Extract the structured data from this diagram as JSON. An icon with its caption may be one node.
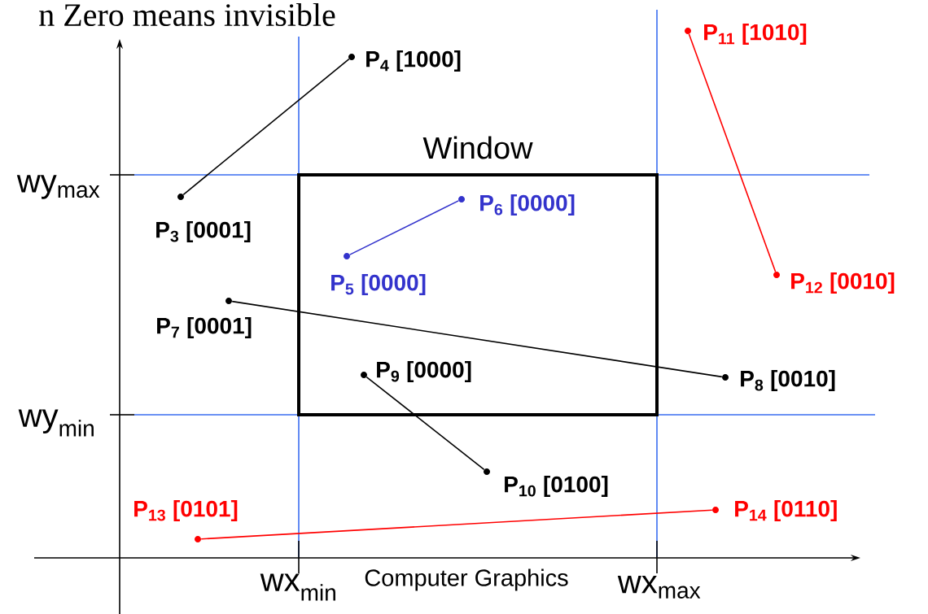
{
  "diagram": {
    "nodes": [
      {
        "text": [
          "Window"
        ]
      },
      {
        "text": [],
        "shape": "circle",
        "beside": [
          "P$_{3}$ [0001]"
        ]
      },
      {
        "text": [],
        "shape": "circle",
        "beside": [
          "P$_{4}$ [1000]"
        ]
      },
      {
        "text": [],
        "shape": "circle",
        "beside": [
          "P$_{5}$ [0000]"
        ],
        "in": 0
      },
      {
        "text": [],
        "shape": "circle",
        "beside": [
          "P$_{6}$ [0000]"
        ],
        "in": 0
      },
      {
        "text": [],
        "shape": "circle",
        "beside": [
          "P$_{7}$ [0001]"
        ]
      },
      {
        "text": [],
        "shape": "circle",
        "beside": [
          "P$_{8}$ [0010]"
        ]
      },
      {
        "text": [],
        "shape": "circle",
        "beside": [
          "P$_{9}$ [0000]"
        ],
        "in": 0
      },
      {
        "text": [],
        "shape": "circle",
        "beside": [
          "P$_{10}$ [0100]"
        ]
      },
      {
        "text": [],
        "shape": "circle",
        "beside": [
          "P$_{11}$ [1010]"
        ]
      },
      {
        "text": [],
        "shape": "circle",
        "beside": [
          "P$_{12}$ [0010]"
        ]
      },
      {
        "text": [],
        "shape": "circle",
        "beside": [
          "P$_{13}$ [0101]"
        ]
      },
      {
        "text": [],
        "shape": "circle",
        "beside": [
          "P$_{14}$ [0110]"
        ]
      }
    ],
    "edges": [
      {
        "from": 1,
        "to": 2,
        "arrow": "none"
      },
      {
        "from": 3,
        "to": 4,
        "arrow": "none",
        "color": "#3333cc"
      },
      {
        "from": 5,
        "to": 6,
        "arrow": "none"
      },
      {
        "from": 7,
        "to": 8,
        "arrow": "none"
      },
      {
        "from": 9,
        "to": 10,
        "arrow": "none",
        "color": "#ff0000"
      },
      {
        "from": 11,
        "to": 12,
        "arrow": "none",
        "color": "#ff0000"
      }
    ],
    "labels": [
      "n Zero means invisible",
      "wy$_{max}$",
      "wy$_{min}$",
      "wx$_{min}$",
      "Computer Graphics",
      "wx$_{max}$"
    ]
  }
}
